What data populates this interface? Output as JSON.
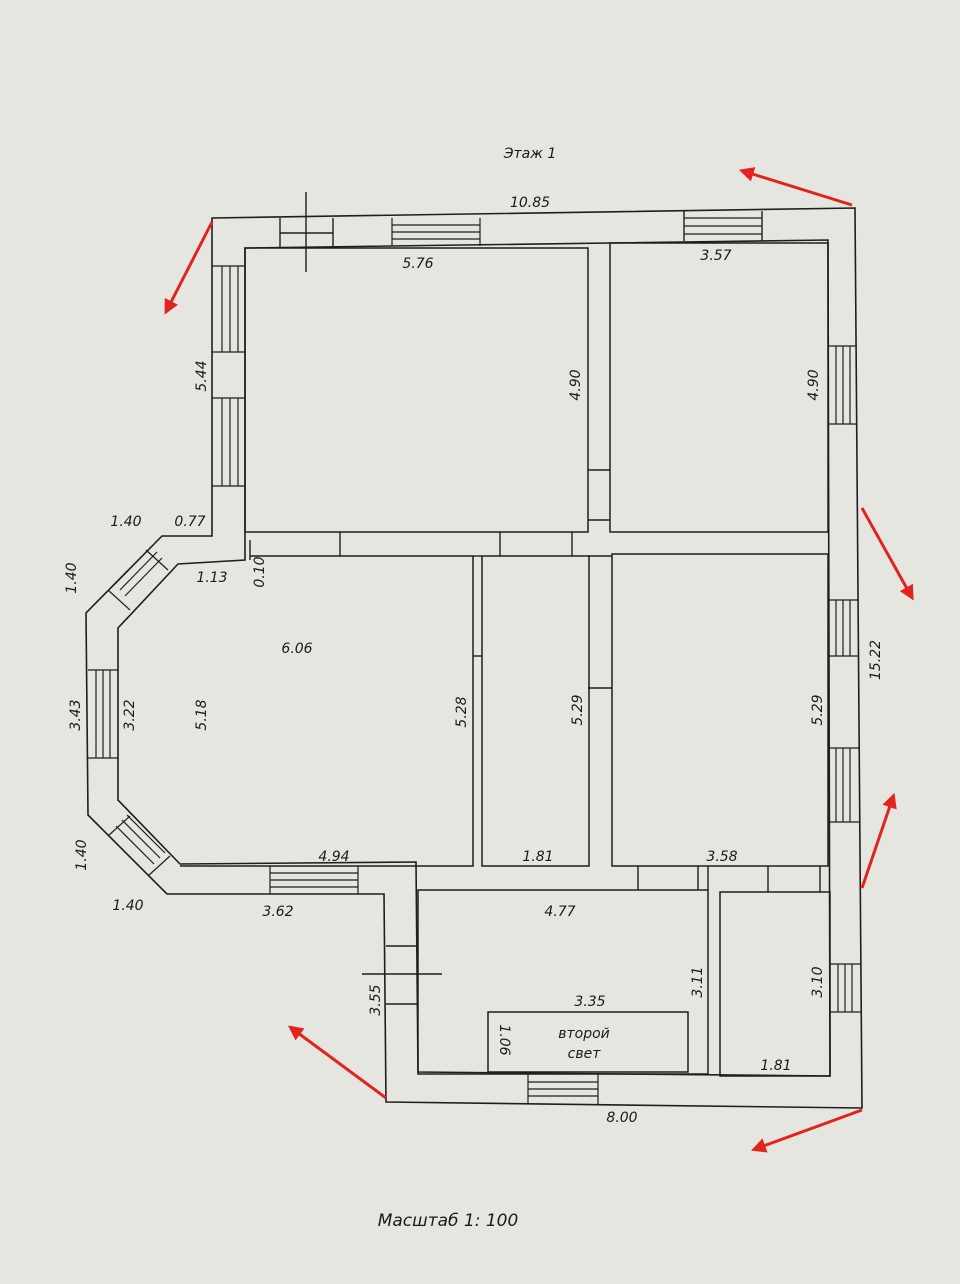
{
  "plan": {
    "title": "Этаж 1",
    "scale_label": "Масштаб 1: 100",
    "second_light_line1": "второй",
    "second_light_line2": "свет",
    "dimensions": {
      "overall_width_top": "10.85",
      "room_nw_width": "5.76",
      "room_nw_height": "4.90",
      "room_ne_width": "3.57",
      "room_ne_height": "4.90",
      "west_wall_upper": "5.44",
      "bay_top_long": "1.40",
      "bay_top_short": "0.77",
      "bay_side_top": "1.40",
      "bay_inner_top": "1.13",
      "offset_small": "0.10",
      "living_width": "6.06",
      "bay_outer_height": "3.43",
      "bay_inner_height": "3.22",
      "living_height_left": "5.18",
      "living_height_right": "5.28",
      "hall_height": "5.29",
      "hall_width": "1.81",
      "room_e_height": "5.29",
      "room_e_width": "3.58",
      "living_bottom_width": "4.94",
      "bay_side_bottom": "1.40",
      "bay_bottom_long": "1.40",
      "south_wall_left": "3.62",
      "annex_width": "4.77",
      "annex_height": "3.11",
      "vestibule_height": "3.55",
      "second_light_width": "3.35",
      "second_light_depth": "1.06",
      "bath_height": "3.10",
      "bath_width": "1.81",
      "south_wall_total": "8.00",
      "east_wall_total": "15.22"
    }
  },
  "colors": {
    "paper": "#e6e6e1",
    "line": "#1e1e1e",
    "arrow": "#e3231e"
  }
}
